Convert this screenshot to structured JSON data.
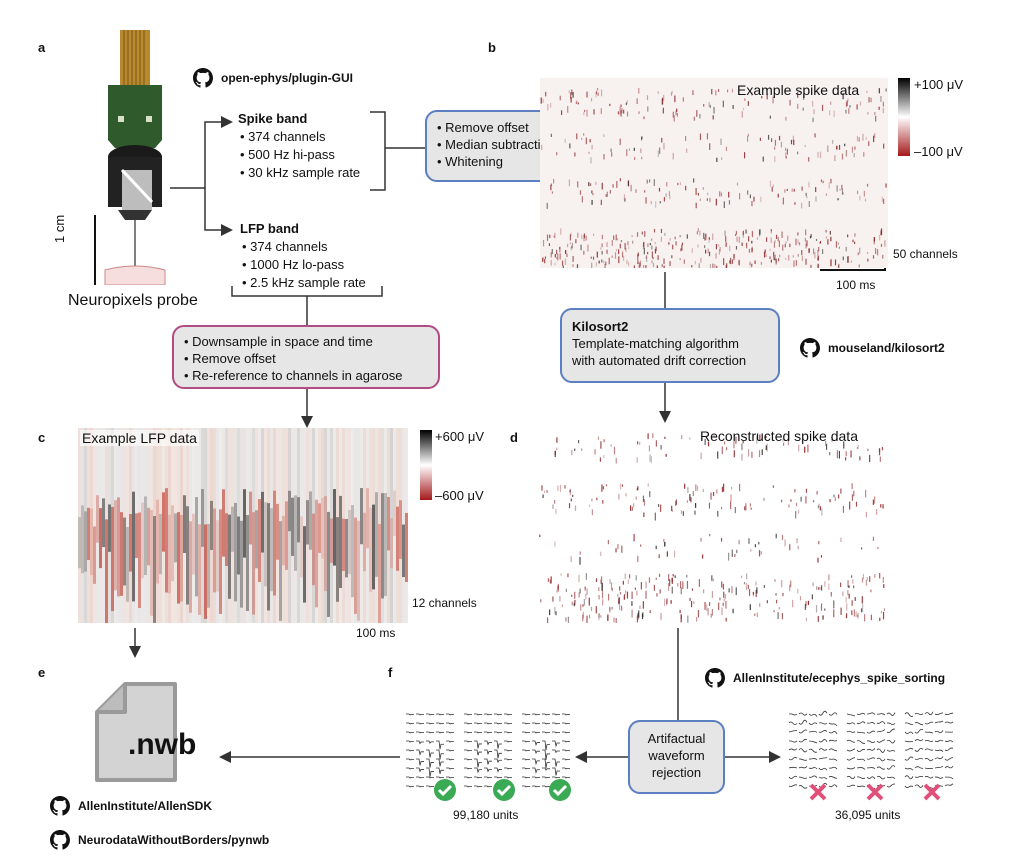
{
  "panels": {
    "a": "a",
    "b": "b",
    "c": "c",
    "d": "d",
    "e": "e",
    "f": "f"
  },
  "repos": {
    "plugin_gui": "open-ephys/plugin-GUI",
    "kilosort": "mouseland/kilosort2",
    "ecephys": "AllenInstitute/ecephys_spike_sorting",
    "allensdk": "AllenInstitute/AllenSDK",
    "pynwb": "NeurodataWithoutBorders/pynwb"
  },
  "probe": {
    "title": "Neuropixels probe",
    "scale": "1 cm"
  },
  "spike_band": {
    "title": "Spike band",
    "items": [
      "• 374 channels",
      "• 500 Hz hi-pass",
      "• 30 kHz sample rate"
    ]
  },
  "lfp_band": {
    "title": "LFP band",
    "items": [
      "• 374 channels",
      "• 1000 Hz lo-pass",
      "• 2.5 kHz sample rate"
    ]
  },
  "spike_preproc": [
    "• Remove offset",
    "• Median subtraction",
    "• Whitening"
  ],
  "lfp_preproc": [
    "• Downsample in space and time",
    "• Remove offset",
    "• Re-reference to channels in agarose"
  ],
  "kilosort_box": {
    "title": "Kilosort2",
    "line1": "Template-matching algorithm",
    "line2": "with automated drift correction"
  },
  "spike_plot": {
    "title": "Example spike data",
    "cmax": "+100 μV",
    "cmin": "–100 μV",
    "yscale": "50 channels",
    "xscale": "100 ms"
  },
  "lfp_plot": {
    "title": "Example LFP data",
    "cmax": "+600 μV",
    "cmin": "–600 μV",
    "yscale": "12 channels",
    "xscale": "100 ms"
  },
  "recon_plot": {
    "title": "Reconstructed spike data"
  },
  "nwb_label": ".nwb",
  "rejection_box": {
    "line1": "Artifactual",
    "line2": "waveform",
    "line3": "rejection"
  },
  "accepted_units": "99,180 units",
  "rejected_units": "36,095 units",
  "colors": {
    "blue_border": "#5b7fc0",
    "pink_border": "#b24a85",
    "box_fill": "#e6e6e6",
    "check_green": "#3aaa55",
    "reject_pink": "#e0507a"
  }
}
